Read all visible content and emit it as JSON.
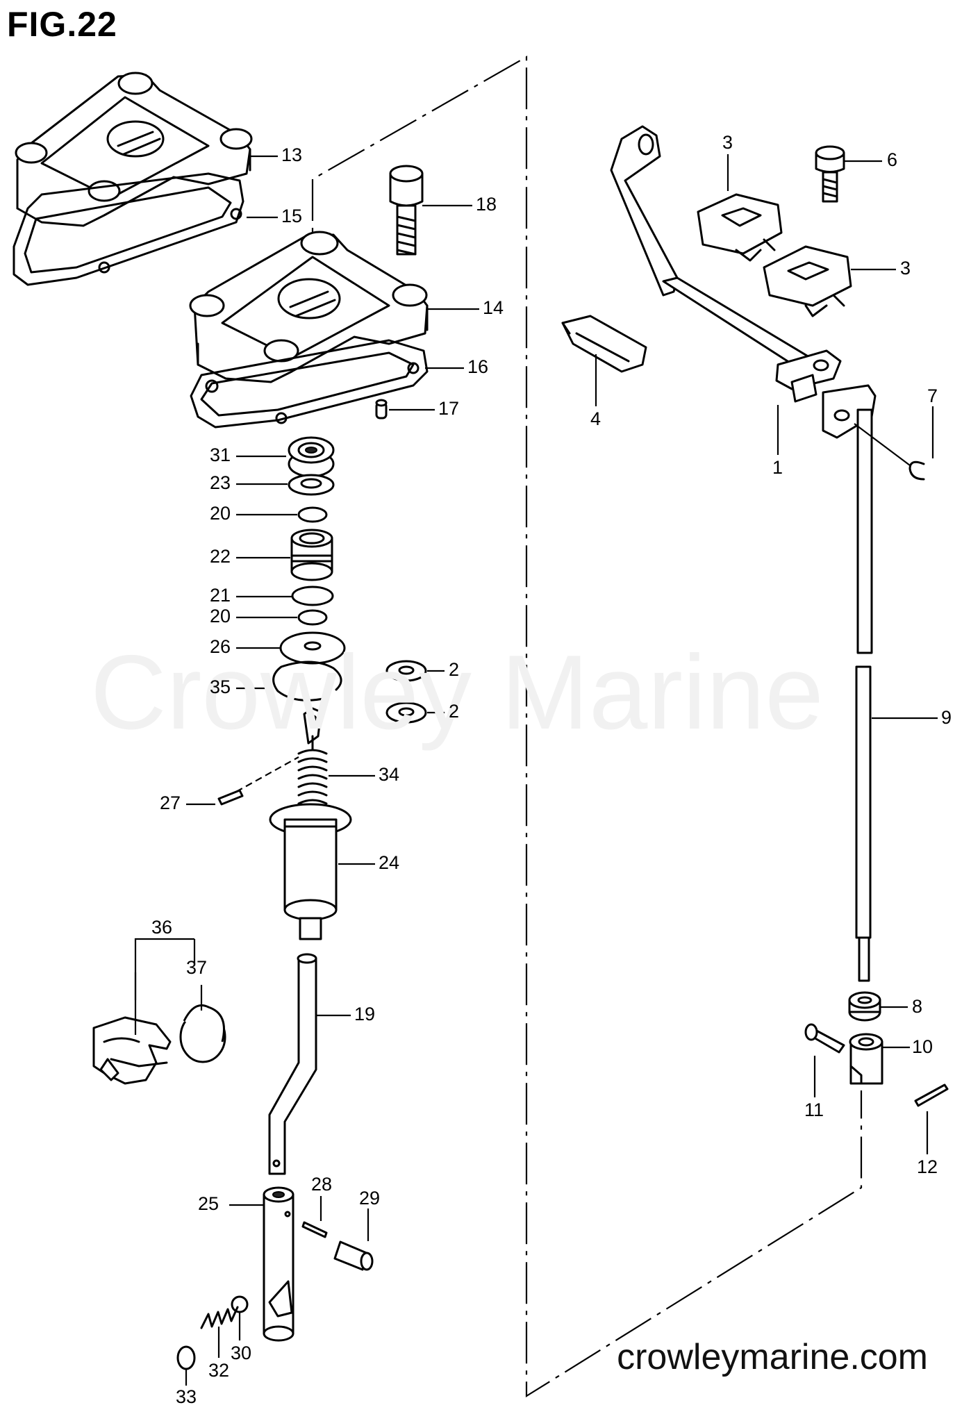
{
  "figure": {
    "title": "FIG.22"
  },
  "watermark": "Crowley Marine",
  "footer": {
    "website": "crowleymarine.com"
  },
  "callouts": [
    {
      "id": "13",
      "label": "13"
    },
    {
      "id": "15",
      "label": "15"
    },
    {
      "id": "18",
      "label": "18"
    },
    {
      "id": "14",
      "label": "14"
    },
    {
      "id": "16",
      "label": "16"
    },
    {
      "id": "17",
      "label": "17"
    },
    {
      "id": "31",
      "label": "31"
    },
    {
      "id": "23",
      "label": "23"
    },
    {
      "id": "20a",
      "label": "20"
    },
    {
      "id": "22",
      "label": "22"
    },
    {
      "id": "21",
      "label": "21"
    },
    {
      "id": "20b",
      "label": "20"
    },
    {
      "id": "26",
      "label": "26"
    },
    {
      "id": "35",
      "label": "35"
    },
    {
      "id": "2a",
      "label": "2"
    },
    {
      "id": "2b",
      "label": "2"
    },
    {
      "id": "34",
      "label": "34"
    },
    {
      "id": "27",
      "label": "27"
    },
    {
      "id": "24",
      "label": "24"
    },
    {
      "id": "36",
      "label": "36"
    },
    {
      "id": "37",
      "label": "37"
    },
    {
      "id": "19",
      "label": "19"
    },
    {
      "id": "28",
      "label": "28"
    },
    {
      "id": "29",
      "label": "29"
    },
    {
      "id": "25",
      "label": "25"
    },
    {
      "id": "30",
      "label": "30"
    },
    {
      "id": "32",
      "label": "32"
    },
    {
      "id": "33",
      "label": "33"
    },
    {
      "id": "3a",
      "label": "3"
    },
    {
      "id": "6",
      "label": "6"
    },
    {
      "id": "3b",
      "label": "3"
    },
    {
      "id": "4",
      "label": "4"
    },
    {
      "id": "7",
      "label": "7"
    },
    {
      "id": "1",
      "label": "1"
    },
    {
      "id": "9",
      "label": "9"
    },
    {
      "id": "8",
      "label": "8"
    },
    {
      "id": "10",
      "label": "10"
    },
    {
      "id": "11",
      "label": "11"
    },
    {
      "id": "12",
      "label": "12"
    }
  ]
}
